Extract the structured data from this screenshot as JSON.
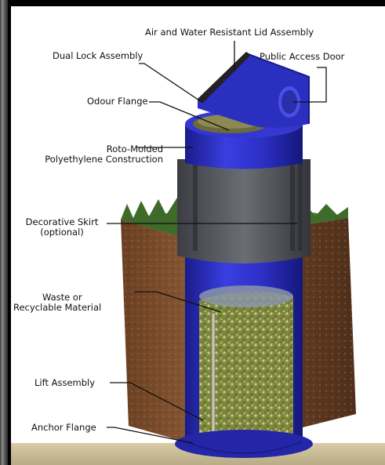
{
  "labels": {
    "lid": "Air and Water Resistant Lid Assembly",
    "dual_lock": "Dual Lock Assembly",
    "access_door": "Public Access Door",
    "odour_flange": "Odour Flange",
    "roto_line1": "Roto-Molded",
    "roto_line2": "Polyethylene Construction",
    "skirt_line1": "Decorative Skirt",
    "skirt_line2": "(optional)",
    "waste_line1": "Waste or",
    "waste_line2": "Recyclable Material",
    "lift": "Lift Assembly",
    "anchor": "Anchor Flange"
  },
  "colors": {
    "container_blue": "#2b2fc0",
    "soil_brown": "#7a4a2a",
    "grass_green": "#3f6b2a",
    "ground_beige": "#cfc3a0",
    "skirt_gray": "#55585e"
  }
}
